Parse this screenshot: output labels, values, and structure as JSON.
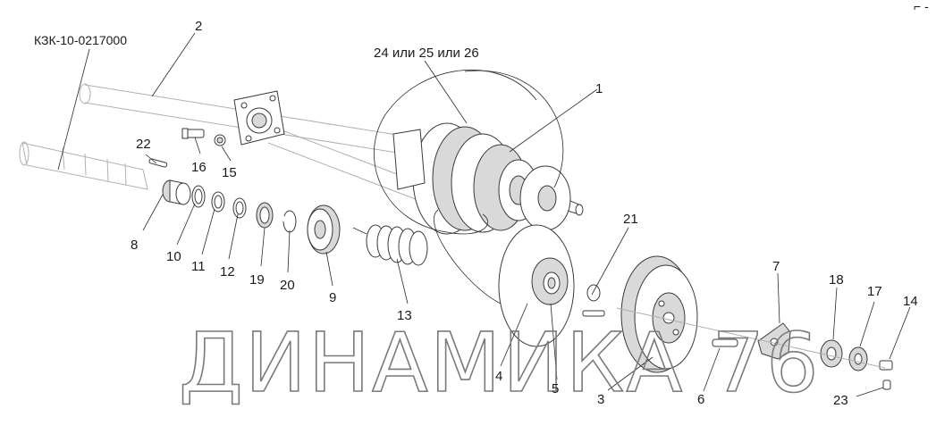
{
  "diagram": {
    "assembly_code": "КЗК-10-0217000",
    "watermark": "ДИНАМИКА 76",
    "top_right_mark": "⌐ -",
    "callouts": [
      {
        "id": "c1",
        "label": "1"
      },
      {
        "id": "c2",
        "label": "2"
      },
      {
        "id": "c3",
        "label": "3"
      },
      {
        "id": "c4",
        "label": "4"
      },
      {
        "id": "c5",
        "label": "5"
      },
      {
        "id": "c6",
        "label": "6"
      },
      {
        "id": "c7",
        "label": "7"
      },
      {
        "id": "c8",
        "label": "8"
      },
      {
        "id": "c9",
        "label": "9"
      },
      {
        "id": "c10",
        "label": "10"
      },
      {
        "id": "c11",
        "label": "11"
      },
      {
        "id": "c12",
        "label": "12"
      },
      {
        "id": "c13",
        "label": "13"
      },
      {
        "id": "c14",
        "label": "14"
      },
      {
        "id": "c15",
        "label": "15"
      },
      {
        "id": "c16",
        "label": "16"
      },
      {
        "id": "c17",
        "label": "17"
      },
      {
        "id": "c18",
        "label": "18"
      },
      {
        "id": "c19",
        "label": "19"
      },
      {
        "id": "c20",
        "label": "20"
      },
      {
        "id": "c21",
        "label": "21"
      },
      {
        "id": "c22",
        "label": "22"
      },
      {
        "id": "c23",
        "label": "23"
      },
      {
        "id": "c24",
        "label": "24 или 25 или 26"
      }
    ]
  }
}
